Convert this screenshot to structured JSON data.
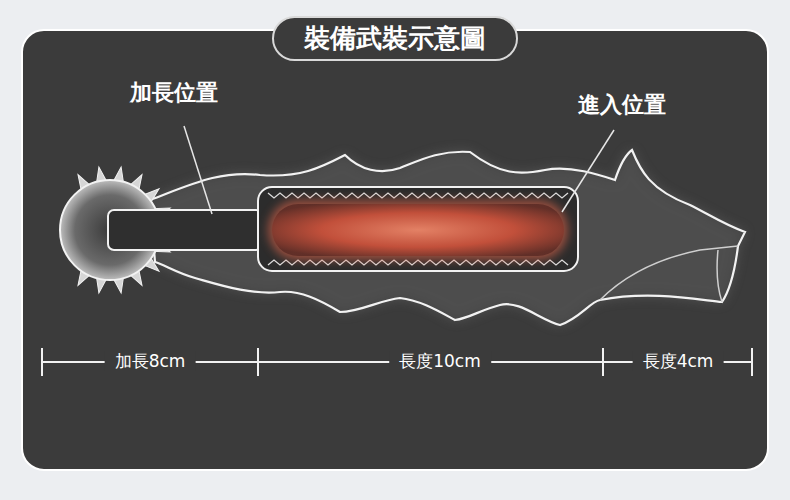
{
  "diagram": {
    "title": "裝備武裝示意圖",
    "labels": [
      "加長位置",
      "進入位置",
      "加長8cm",
      "長度10cm",
      "長度4cm"
    ]
  }
}
